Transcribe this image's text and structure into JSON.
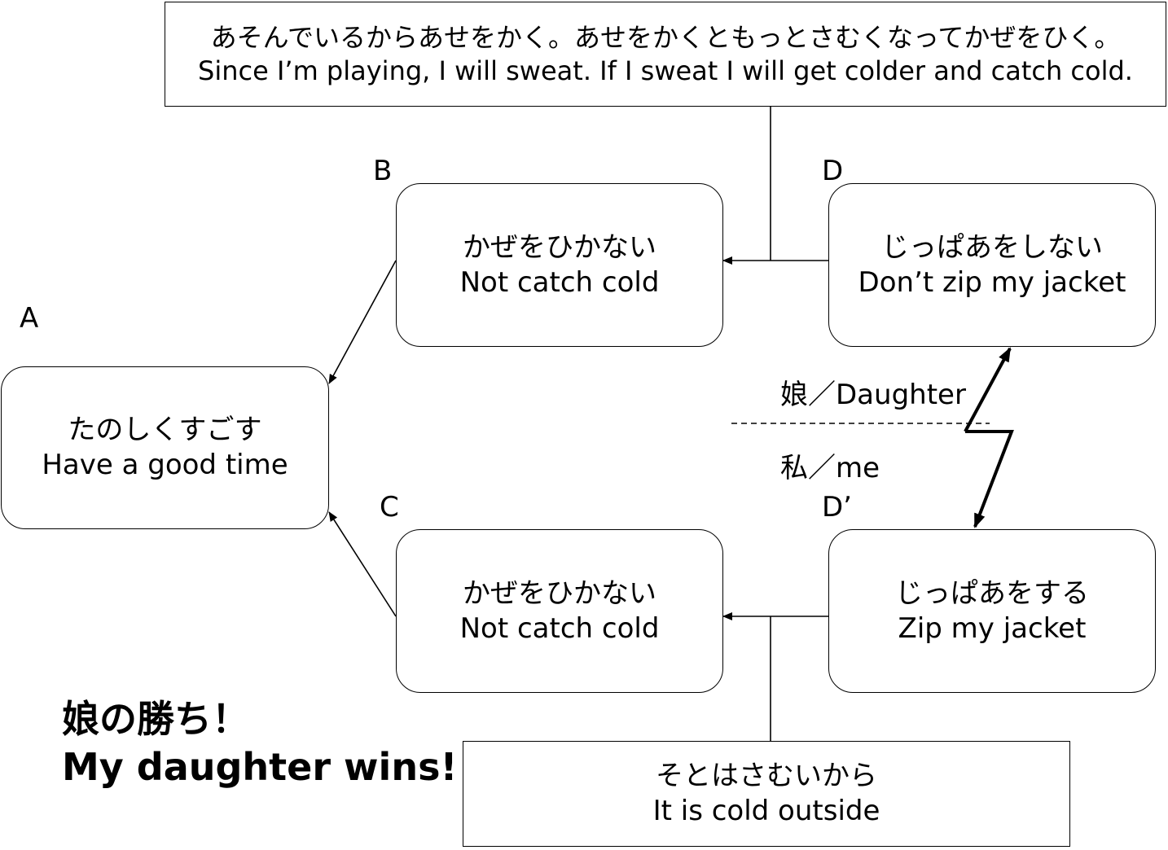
{
  "top_box": {
    "jp": "あそんでいるからあせをかく。あせをかくともっとさむくなってかぜをひく。",
    "en": "Since I’m playing, I will sweat.  If I sweat I will get colder and catch cold."
  },
  "node_a": {
    "letter": "A",
    "jp": "たのしくすごす",
    "en": "Have a good time"
  },
  "node_b": {
    "letter": "B",
    "jp": "かぜをひかない",
    "en": "Not catch cold"
  },
  "node_c": {
    "letter": "C",
    "jp": "かぜをひかない",
    "en": "Not catch cold"
  },
  "node_d": {
    "letter": "D",
    "jp": "じっぱあをしない",
    "en": "Don’t zip my jacket"
  },
  "node_d_prime": {
    "letter": "D’",
    "jp": "じっぱあをする",
    "en": "Zip my jacket"
  },
  "bottom_box": {
    "jp": "そとはさむいから",
    "en": "It is cold outside"
  },
  "sides": {
    "upper": "娘／Daughter",
    "lower": "私／me"
  },
  "conclusion": {
    "jp": "娘の勝ち！",
    "en": "My daughter wins!"
  }
}
